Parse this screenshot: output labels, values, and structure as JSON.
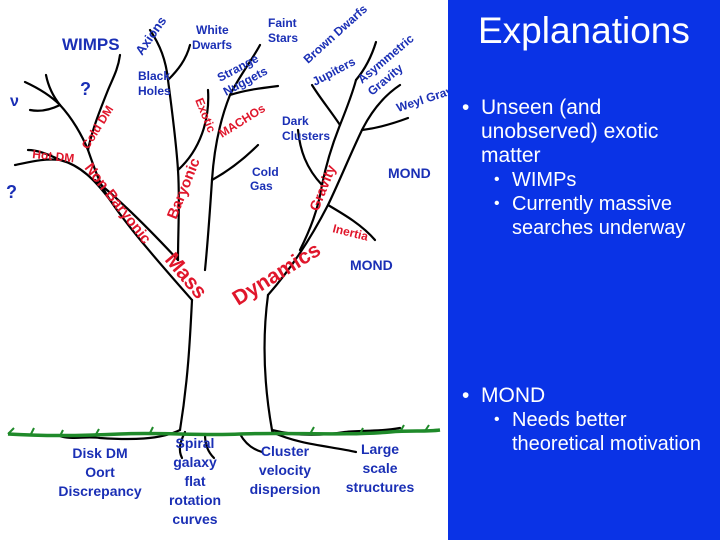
{
  "slide": {
    "title": "Explanations",
    "bullets": [
      {
        "text": "Unseen (and unobserved) exotic matter",
        "sub": [
          "WIMPs",
          "Currently massive searches underway"
        ]
      },
      {
        "text": "MOND",
        "sub": [
          "Needs better theoretical motivation"
        ]
      }
    ],
    "bullet_glyph": "•"
  },
  "tree": {
    "labels": {
      "wimps": "WIMPS",
      "axions": "Axions",
      "white_dwarfs_1": "White",
      "white_dwarfs_2": "Dwarfs",
      "faint_stars_1": "Faint",
      "faint_stars_2": "Stars",
      "brown_dwarfs": "Brown Dwarfs",
      "jupiters": "Jupiters",
      "asymmetric_gravity_1": "Asymmetric",
      "asymmetric_gravity_2": "Gravity",
      "question_top": "?",
      "nu": "ν",
      "black_holes_1": "Black",
      "black_holes_2": "Holes",
      "strange_nuggets_1": "Strange",
      "strange_nuggets_2": "Nuggets",
      "machos": "MACHOs",
      "exotic": "Exotic",
      "cold_dm": "Cold DM",
      "weyl_gravity": "Weyl Gravity",
      "dark_clusters_1": "Dark",
      "dark_clusters_2": "Clusters",
      "hot_dm": "Hot DM",
      "question_left": "?",
      "cold_gas_1": "Cold",
      "cold_gas_2": "Gas",
      "mond_upper": "MOND",
      "non_baryonic": "Non Baryonic",
      "baryonic": "Baryonic",
      "gravity": "Gravity",
      "inertia": "Inertia",
      "dynamics": "Dynamics",
      "mond_lower": "MOND",
      "mass": "Mass",
      "disk_dm_1": "Disk DM",
      "disk_dm_2": "Oort",
      "disk_dm_3": "Discrepancy",
      "spiral_1": "Spiral",
      "spiral_2": "galaxy",
      "spiral_3": "flat",
      "spiral_4": "rotation",
      "spiral_5": "curves",
      "cluster_1": "Cluster",
      "cluster_2": "velocity",
      "cluster_3": "dispersion",
      "large_1": "Large",
      "large_2": "scale",
      "large_3": "structures"
    },
    "colors": {
      "observations": "#1a2fb5",
      "branches": "#e0162b",
      "ground": "#1f8a2a"
    }
  }
}
